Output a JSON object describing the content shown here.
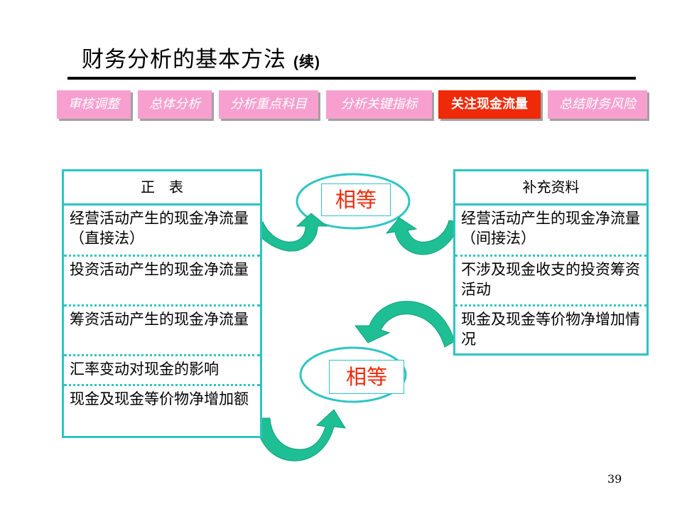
{
  "slide": {
    "title": "财务分析的基本方法",
    "title_suffix": "(续)",
    "page_number": "39"
  },
  "tabs": [
    {
      "label": "审核调整",
      "active": false
    },
    {
      "label": "总体分析",
      "active": false
    },
    {
      "label": "分析重点科目",
      "active": false
    },
    {
      "label": "分析关键指标",
      "active": false
    },
    {
      "label": "关注现金流量",
      "active": true
    },
    {
      "label": "总结财务风险",
      "active": false
    }
  ],
  "left_table": {
    "header": "正　表",
    "rows": [
      "经营活动产生的现金净流量（直接法）",
      "投资活动产生的现金净流量",
      "筹资活动产生的现金净流量",
      "汇率变动对现金的影响",
      "现金及现金等价物净增加额"
    ]
  },
  "right_table": {
    "header": "补充资料",
    "rows": [
      "经营活动产生的现金净流量（间接法）",
      "不涉及现金收支的投资筹资活动",
      "现金及现金等价物净增加情况"
    ]
  },
  "equal_top": "相等",
  "equal_bottom": "相等",
  "colors": {
    "tab_inactive": "#f7a0cf",
    "tab_active": "#ee2a08",
    "border": "#2ec4c4",
    "arrow": "#1fbf95",
    "equal_text": "#ee2a08"
  }
}
